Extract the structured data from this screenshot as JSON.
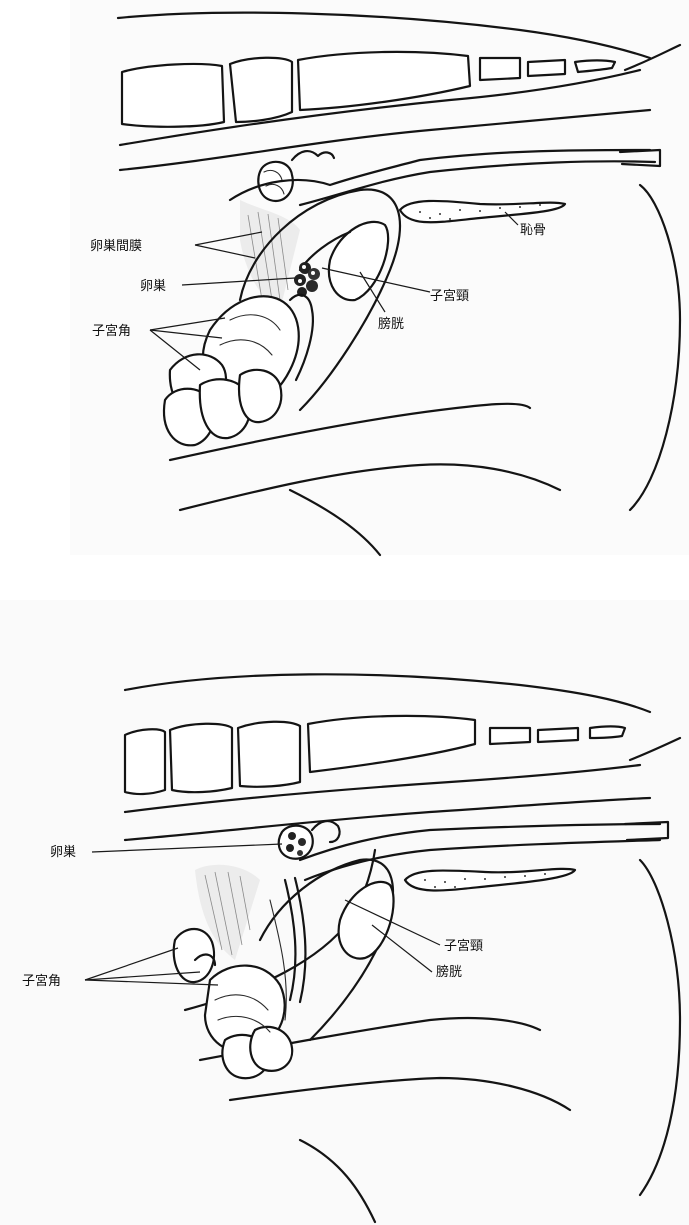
{
  "diagram_top": {
    "labels": {
      "mesovarium": "卵巣間膜",
      "ovary": "卵巣",
      "uterine_horn": "子宮角",
      "cervix": "子宮頸",
      "bladder": "膀胱",
      "pubis": "恥骨"
    }
  },
  "diagram_bottom": {
    "labels": {
      "ovary": "卵巣",
      "uterine_horn": "子宮角",
      "cervix": "子宮頸",
      "bladder": "膀胱"
    }
  }
}
